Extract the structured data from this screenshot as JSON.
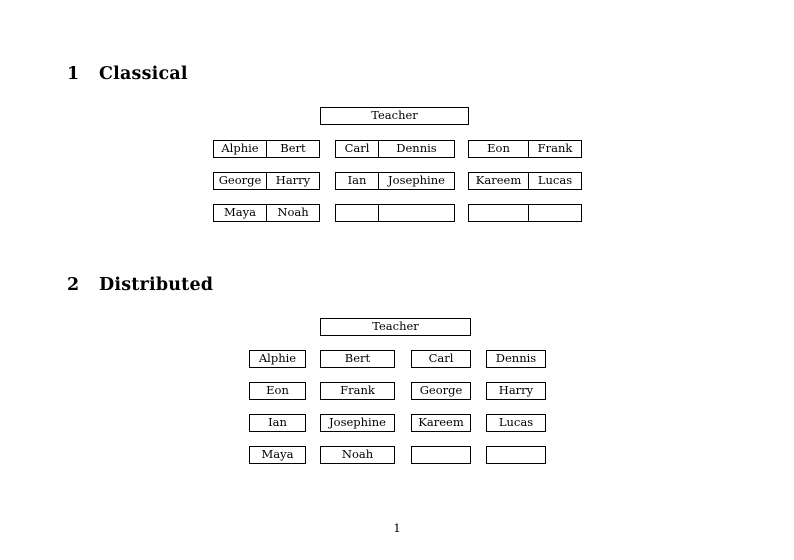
{
  "document": {
    "page_number": "1",
    "sections": [
      {
        "number": "1",
        "title": "Classical",
        "teacher_label": "Teacher",
        "layout": "paired-cells",
        "groups": [
          {
            "name": "group-left",
            "rows": [
              {
                "left": "Alphie",
                "right": "Bert"
              },
              {
                "left": "George",
                "right": "Harry"
              },
              {
                "left": "Maya",
                "right": "Noah"
              }
            ]
          },
          {
            "name": "group-middle",
            "rows": [
              {
                "left": "Carl",
                "right": "Dennis"
              },
              {
                "left": "Ian",
                "right": "Josephine"
              },
              {
                "left": "",
                "right": ""
              }
            ]
          },
          {
            "name": "group-right",
            "rows": [
              {
                "left": "Eon",
                "right": "Frank"
              },
              {
                "left": "Kareem",
                "right": "Lucas"
              },
              {
                "left": "",
                "right": ""
              }
            ]
          }
        ]
      },
      {
        "number": "2",
        "title": "Distributed",
        "teacher_label": "Teacher",
        "layout": "independent-boxes",
        "rows": [
          [
            "Alphie",
            "Bert",
            "Carl",
            "Dennis"
          ],
          [
            "Eon",
            "Frank",
            "George",
            "Harry"
          ],
          [
            "Ian",
            "Josephine",
            "Kareem",
            "Lucas"
          ],
          [
            "Maya",
            "Noah",
            "",
            ""
          ]
        ]
      }
    ]
  },
  "colors": {
    "page_background": "#ffffff",
    "text": "#000000",
    "box_border": "#000000"
  }
}
